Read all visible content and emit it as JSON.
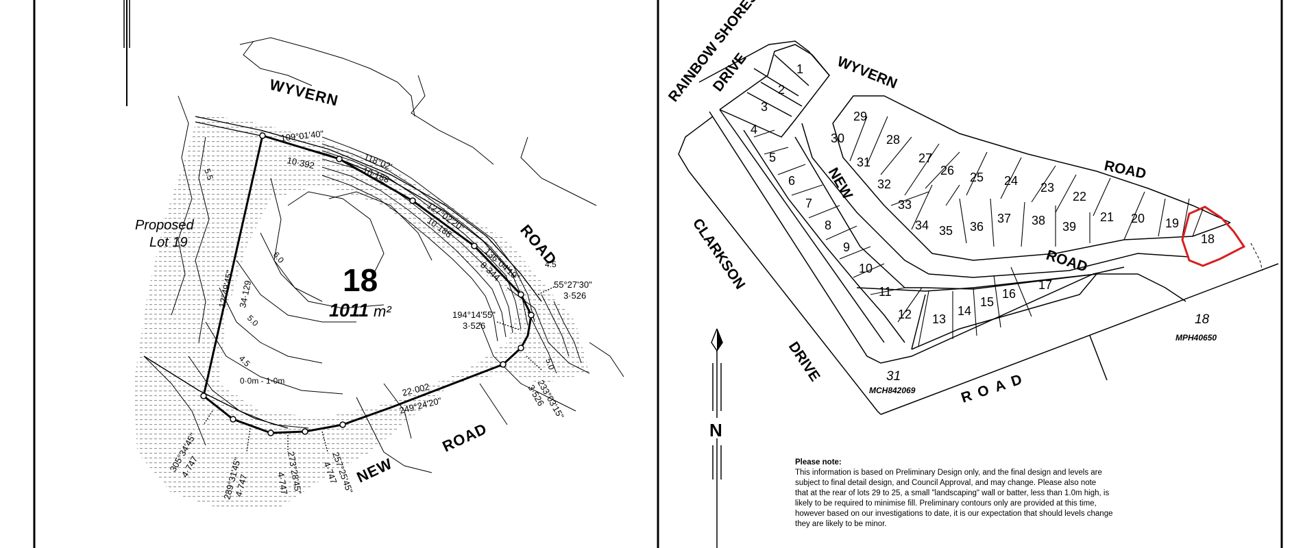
{
  "colors": {
    "ink": "#000000",
    "highlight": "#d91e1e",
    "shade": "#d6d6d6"
  },
  "left": {
    "roads": {
      "wyvern": "WYVERN",
      "road_upper": "ROAD",
      "road_lower": "ROAD",
      "new": "NEW"
    },
    "lot": {
      "number": "18",
      "area": "1011",
      "area_unit": "m²"
    },
    "proposed": {
      "line1": "Proposed",
      "line2": "Lot 19"
    },
    "bearings": {
      "b1": "109°01'40\"",
      "d1": "10·392",
      "b2": "118°02'",
      "d2": "10·188",
      "b3": "127°02'20\"",
      "d3": "10·188",
      "b4": "136°04'10\"",
      "d4": "8·344",
      "b5": "55°27'30\"",
      "d5": "3·526",
      "b6": "194°14'55\"",
      "d6": "3·526",
      "b7": "233°03'15\"",
      "d7": "3·526",
      "b8": "22·002",
      "d8": "249°24'20\"",
      "b9": "12°49'45\"",
      "d9": "34·129",
      "b10": "305°34'45\"",
      "d10": "4·747",
      "b11": "289°31'45\"",
      "d11": "4·747",
      "b12": "273°28'45\"",
      "d12": "4·747",
      "b13": "257°25'45\"",
      "d13": "4·747"
    },
    "contours": {
      "c55": "5.5",
      "c60": "6.0",
      "c50": "5.0",
      "c45": "4.5",
      "c45r": "4.5",
      "c50r": "5.0",
      "fill": "0·0m - 1·0m"
    }
  },
  "right": {
    "roads": {
      "rainbow": "RAINBOW SHORES",
      "drive_top": "DRIVE",
      "wyvern": "WYVERN",
      "road_top": "ROAD",
      "new": "NEW",
      "road_mid": "ROAD",
      "clarkson": "CLARKSON",
      "drive_left": "DRIVE",
      "road_bottom": "ROAD"
    },
    "lots": [
      "1",
      "2",
      "3",
      "4",
      "5",
      "6",
      "7",
      "8",
      "9",
      "10",
      "11",
      "12",
      "13",
      "14",
      "15",
      "16",
      "17",
      "18",
      "19",
      "20",
      "21",
      "22",
      "23",
      "24",
      "25",
      "26",
      "27",
      "28",
      "29",
      "30",
      "31",
      "32",
      "33",
      "34",
      "35",
      "36",
      "37",
      "38",
      "39"
    ],
    "parcels": {
      "p18": "18",
      "p18ref": "MPH40650",
      "p31": "31",
      "p31ref": "MCH842069"
    },
    "north": "N",
    "note": {
      "heading": "Please note:",
      "lines": [
        "This information is based on Preliminary Design only, and the final design and levels are",
        "subject to final detail design, and Council Approval, and may change.  Please also note",
        "that at the rear of lots 29 to 25, a small \"landscaping\"  wall or batter, less than 1.0m high,  is",
        "likely to be required to minimise fill.  Preliminary contours only are provided at this time,",
        "however based on our investigations to date, it is our expectation that should levels change",
        "they are likely to be minor."
      ]
    }
  }
}
